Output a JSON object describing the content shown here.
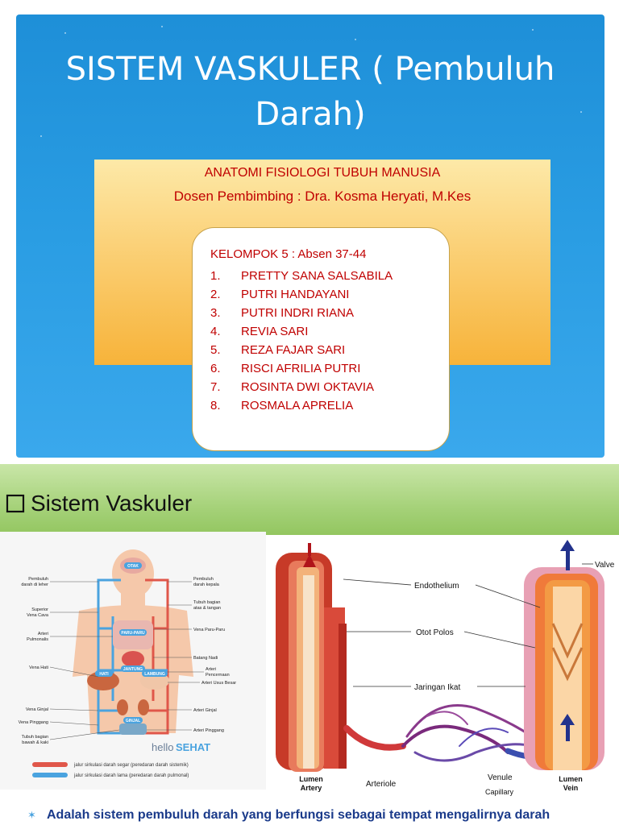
{
  "slide1": {
    "title_line1": "SISTEM VASKULER ( Pembuluh",
    "title_line2": "Darah)",
    "course": "ANATOMI FISIOLOGI TUBUH MANUSIA",
    "lecturer": "Dosen Pembimbing : Dra. Kosma Heryati, M.Kes",
    "group_heading": "KELOMPOK 5 : Absen 37-44",
    "members": [
      {
        "num": "1.",
        "name": "PRETTY SANA SALSABILA"
      },
      {
        "num": "2.",
        "name": "PUTRI HANDAYANI"
      },
      {
        "num": "3.",
        "name": "PUTRI INDRI RIANA"
      },
      {
        "num": "4.",
        "name": "REVIA SARI"
      },
      {
        "num": "5.",
        "name": "REZA FAJAR SARI"
      },
      {
        "num": "6.",
        "name": "RISCI AFRILIA PUTRI"
      },
      {
        "num": "7.",
        "name": "ROSINTA DWI OKTAVIA"
      },
      {
        "num": "8.",
        "name": "ROSMALA APRELIA"
      }
    ]
  },
  "slide2": {
    "title": "Sistem Vaskuler",
    "circulation_figure": {
      "otak": "OTAK",
      "paru": "PARU-PARU",
      "jantung": "JANTUNG",
      "hati": "HATI",
      "lambung": "LAMBUNG",
      "ginjal": "GINJAL",
      "left_labels": [
        {
          "l1": "Pembuluh",
          "l2": "darah di leher"
        },
        {
          "l1": "Superior",
          "l2": "Vena Cava"
        },
        {
          "l1": "Arteri",
          "l2": "Pulmonalis"
        },
        {
          "l1": "Vena Hati",
          "l2": ""
        },
        {
          "l1": "Vena Ginjal",
          "l2": ""
        },
        {
          "l1": "Vena Pinggang",
          "l2": ""
        },
        {
          "l1": "Tubuh bagian",
          "l2": "bawah & kaki"
        }
      ],
      "right_labels": [
        {
          "l1": "Pembuluh",
          "l2": "darah kepala"
        },
        {
          "l1": "Tubuh bagian",
          "l2": "atas & tangan"
        },
        {
          "l1": "Vena Paru-Paru",
          "l2": ""
        },
        {
          "l1": "Batang Nadi",
          "l2": ""
        },
        {
          "l1": "Arteri",
          "l2": "Pencernaan"
        },
        {
          "l1": "Arteri Usus Besar",
          "l2": ""
        },
        {
          "l1": "Arteri Ginjal",
          "l2": ""
        },
        {
          "l1": "Arteri Pinggang",
          "l2": ""
        }
      ],
      "brand_prefix": "hello",
      "brand_suffix": "SEHAT",
      "legend_red": "jalur sirkulasi darah segar (peredaran darah sistemik)",
      "legend_blue": "jalur sirkulasi darah lama (peredaran darah pulmonal)",
      "colors": {
        "red": "#e0574a",
        "blue": "#4aa3df"
      }
    },
    "vessel_figure": {
      "valve": "Valve",
      "endothelium": "Endothelium",
      "otot_polos": "Otot Polos",
      "jaringan_ikat": "Jaringan Ikat",
      "lumen_artery_l1": "Lumen",
      "lumen_artery_l2": "Artery",
      "arteriole": "Arteriole",
      "venule": "Venule",
      "capillary": "Capillary",
      "lumen_vein_l1": "Lumen",
      "lumen_vein_l2": "Vein"
    },
    "bullet_text": "Adalah sistem pembuluh darah yang berfungsi sebagai tempat mengalirnya darah"
  }
}
